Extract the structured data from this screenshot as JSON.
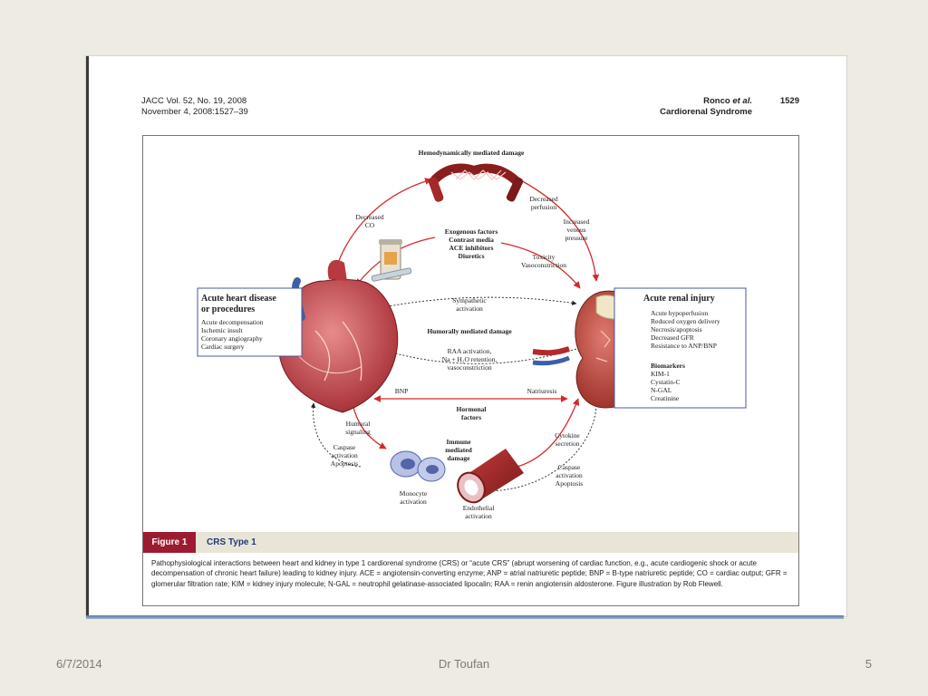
{
  "header": {
    "journal_line1": "JACC Vol. 52, No. 19, 2008",
    "journal_line2": "November 4, 2008:1527–39",
    "authors_prefix": "Ronco ",
    "authors_etal": "et al.",
    "page_number": "1529",
    "running_title": "Cardiorenal Syndrome"
  },
  "figure": {
    "heading": "Hemodynamically mediated damage",
    "decreased_co": [
      "Decreased",
      "CO"
    ],
    "decreased_perfusion": [
      "Decreased",
      "perfusion"
    ],
    "increased_venous": [
      "Increased",
      "venous",
      "pressure"
    ],
    "exogenous": [
      "Exogenous factors",
      "Contrast media",
      "ACE inhibitors",
      "Diuretics"
    ],
    "toxicity": [
      "Toxicity",
      "Vasoconstriction"
    ],
    "heart_box": {
      "title_lines": [
        "Acute heart disease",
        "or procedures"
      ],
      "items": [
        "Acute decompensation",
        "Ischemic insult",
        "Coronary angiography",
        "Cardiac surgery"
      ]
    },
    "kidney_box": {
      "title": "Acute renal injury",
      "items": [
        "Acute hypoperfusion",
        "Reduced oxygen delivery",
        "Necrosis/apoptosis",
        "Decreased GFR",
        "Resistance to ANP/BNP"
      ],
      "biomarkers_title": "Biomarkers",
      "biomarkers": [
        "KIM-1",
        "Cystatin-C",
        "N-GAL",
        "Creatinine"
      ]
    },
    "sympathetic": [
      "Sympathetic",
      "activation"
    ],
    "humoral_damage": "Humorally mediated damage",
    "raa": [
      "RAA activation,",
      "Na + H₂O retention,",
      "vasoconstriction"
    ],
    "bnp": "BNP",
    "natriuresis": "Natriuresis",
    "hormonal": [
      "Hormonal",
      "factors"
    ],
    "humoral_signaling": [
      "Humoral",
      "signaling"
    ],
    "caspase_left": [
      "Caspase",
      "activation",
      "Apoptosis"
    ],
    "immune": [
      "Immune",
      "mediated",
      "damage"
    ],
    "cytokine": [
      "Cytokine",
      "secretion"
    ],
    "caspase_right": [
      "Caspase",
      "activation",
      "Apoptosis"
    ],
    "monocyte": [
      "Monocyte",
      "activation"
    ],
    "endothelial": [
      "Endothelial",
      "activation"
    ],
    "figure_label": "Figure 1",
    "figure_title": "CRS Type 1",
    "caption": "Pathophysiological interactions between heart and kidney in type 1 cardiorenal syndrome (CRS) or “acute CRS” (abrupt worsening of cardiac function, e.g., acute cardiogenic shock or acute decompensation of chronic heart failure) leading to kidney injury. ACE = angiotensin-converting enzyme; ANP = atrial natriuretic peptide; BNP = B-type natriuretic peptide; CO = cardiac output; GFR = glomerular filtration rate; KIM = kidney injury molecule; N-GAL = neutrophil gelatinase-associated lipocalin; RAA = renin angiotensin aldosterone. Figure illustration by Rob Flewell."
  },
  "footer": {
    "date": "6/7/2014",
    "author": "Dr Toufan",
    "slide_number": "5"
  },
  "colors": {
    "arrow_red": "#d42a2a",
    "figure_label_bg": "#9c1b2e",
    "figure_title": "#1f3a7a",
    "box_border": "#4a5a9a"
  }
}
